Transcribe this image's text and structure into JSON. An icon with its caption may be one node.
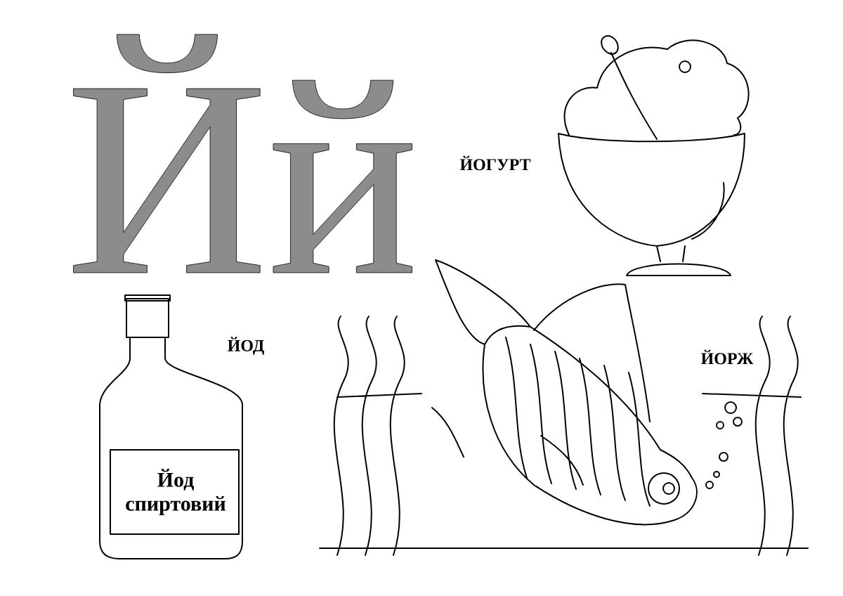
{
  "diagram": {
    "labels": [
      "Йй",
      "ЙОГУРТ",
      "ЙОД",
      "ЙОРЖ",
      "Йод спиртовий"
    ]
  }
}
